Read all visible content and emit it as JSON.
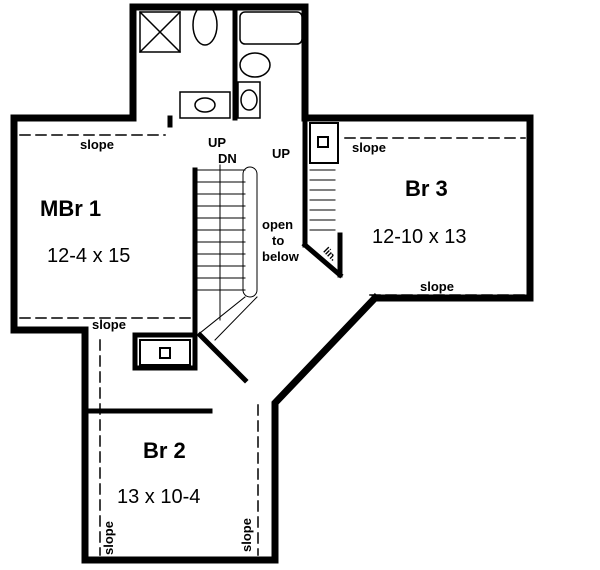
{
  "plan": {
    "rooms": [
      {
        "id": "mbr1",
        "name": "MBr 1",
        "dimensions": "12-4 x 15"
      },
      {
        "id": "br3",
        "name": "Br 3",
        "dimensions": "12-10 x 13"
      },
      {
        "id": "br2",
        "name": "Br 2",
        "dimensions": "13 x 10-4"
      }
    ],
    "annotations": {
      "slope": "slope",
      "up": "UP",
      "dn": "DN",
      "open_to_below_1": "open",
      "open_to_below_2": "to",
      "open_to_below_3": "below",
      "linen": "lin."
    },
    "colors": {
      "wall": "#000000",
      "background": "#ffffff"
    }
  }
}
